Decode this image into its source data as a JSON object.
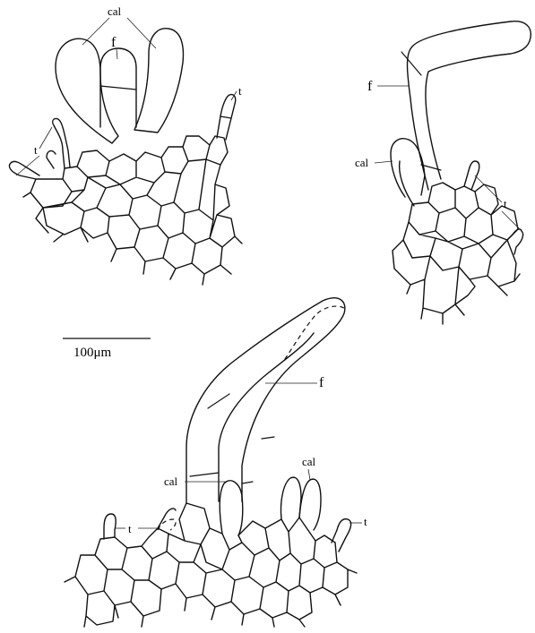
{
  "labels": {
    "cal": "cal",
    "f": "f",
    "t": "t"
  },
  "scale_bar": {
    "text": "100μm"
  },
  "colors": {
    "line": "#111111",
    "background": "#ffffff"
  }
}
